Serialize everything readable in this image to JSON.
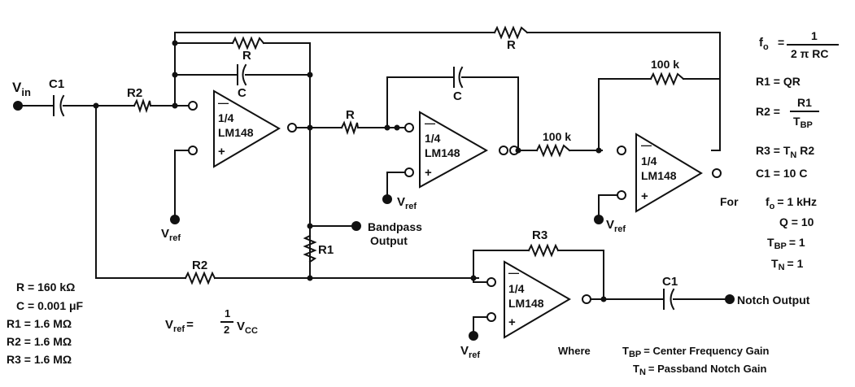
{
  "circuit": {
    "input": {
      "V": "V",
      "sub": "in"
    },
    "opamp": {
      "fraction": "1/4",
      "part": "LM148",
      "minus": "—",
      "plus": "+"
    },
    "vref": {
      "V": "V",
      "sub": "ref"
    },
    "labels": {
      "c1": "C1",
      "r2": "R2",
      "r": "R",
      "c": "C",
      "r1": "R1",
      "r3": "R3",
      "k100": "100 k"
    },
    "outputs": {
      "bandpass_line1": "Bandpass",
      "bandpass_line2": "Output",
      "notch": "Notch Output"
    }
  },
  "formulas": {
    "fo_lhs": "f",
    "fo_sub": "o",
    "fo_eq": "=",
    "fo_num": "1",
    "fo_den": "2 π RC",
    "r1_eq": "R1 = QR",
    "r2_lhs": "R2 =",
    "r2_num": "R1",
    "r2_den_main": "T",
    "r2_den_sub": "BP",
    "r3_lhs": "R3 = T",
    "r3_sub": "N",
    "r3_rhs": " R2",
    "c1_eq": "C1 = 10 C"
  },
  "design": {
    "for_label": "For",
    "fo_value": "= 1 kHz",
    "q_value": "Q = 10",
    "tbp_value": "= 1",
    "tn_value": "= 1"
  },
  "components": [
    "R = 160 kΩ",
    "C = 0.001 μF",
    "R1 = 1.6 MΩ",
    "R2 = 1.6 MΩ",
    "R3 = 1.6 MΩ"
  ],
  "vref_formula": {
    "lhs": "= ",
    "num": "1",
    "den": "2",
    "rhs_main": "V",
    "rhs_sub": "CC"
  },
  "legend": {
    "where": "Where",
    "tbp_desc": "= Center Frequency Gain",
    "tn_desc": "= Passband Notch Gain"
  }
}
